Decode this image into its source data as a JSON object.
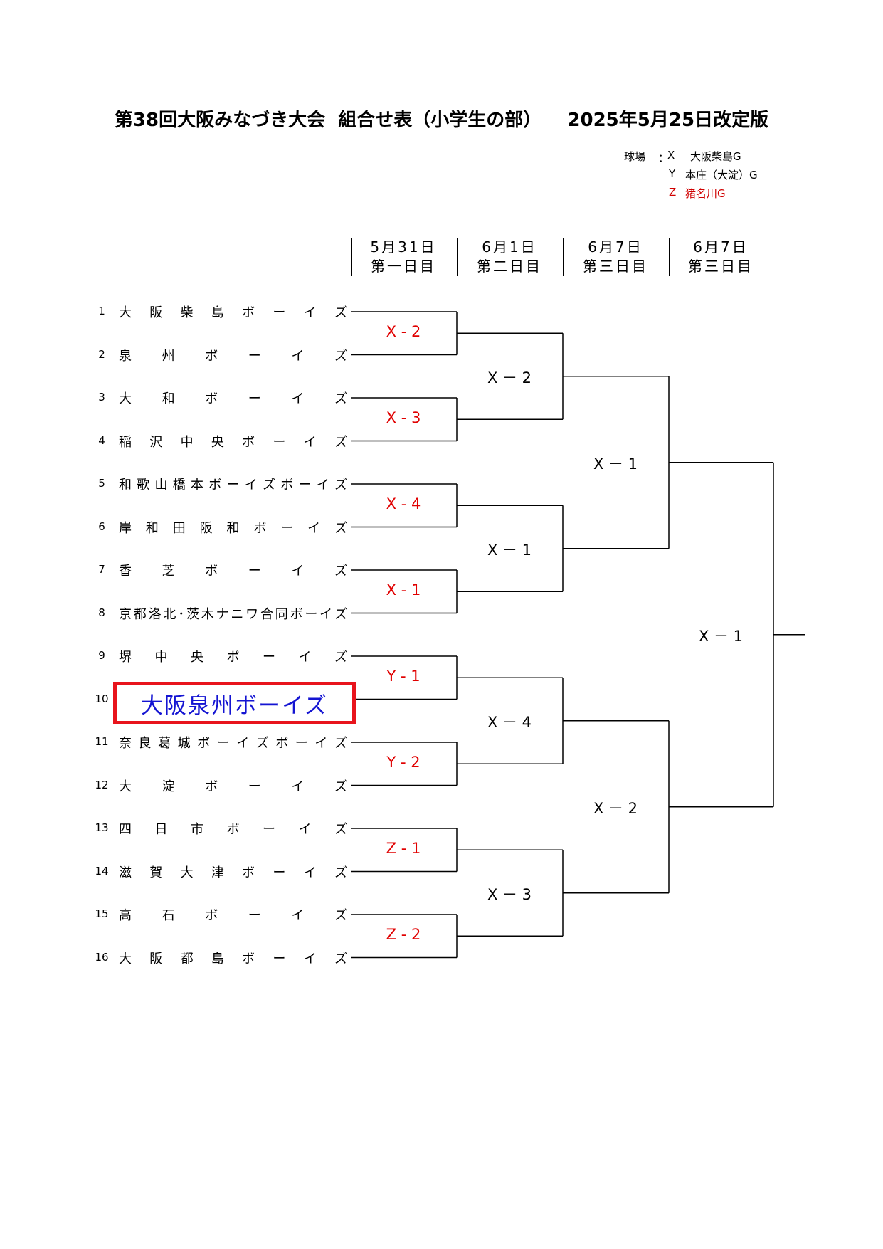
{
  "title": "第38回大阪みなづき大会  組合せ表（小学生の部）    2025年5月25日改定版",
  "venues": {
    "label": "球場",
    "colon": "：",
    "items": [
      {
        "code": "X",
        "name": "大阪柴島G",
        "color": "#000000"
      },
      {
        "code": "Y",
        "name": "本庄（大淀）G",
        "color": "#000000"
      },
      {
        "code": "Z",
        "name": "猪名川G",
        "color": "#d00000"
      }
    ]
  },
  "rounds": [
    {
      "date": "5月31日",
      "day": "第一日目"
    },
    {
      "date": "6月1日",
      "day": "第二日目"
    },
    {
      "date": "6月7日",
      "day": "第三日目"
    },
    {
      "date": "6月7日",
      "day": "第三日目"
    }
  ],
  "teams": [
    {
      "no": "1",
      "name": "大阪柴島ボーイズ"
    },
    {
      "no": "2",
      "name": "泉州ボーイズ"
    },
    {
      "no": "3",
      "name": "大和ボーイズ"
    },
    {
      "no": "4",
      "name": "稲沢中央ボーイズ"
    },
    {
      "no": "5",
      "name": "和歌山橋本ボーイズボーイズ"
    },
    {
      "no": "6",
      "name": "岸和田阪和ボーイズ"
    },
    {
      "no": "7",
      "name": "香芝ボーイズ"
    },
    {
      "no": "8",
      "name": "京都洛北･茨木ナニワ合同ボーイズ"
    },
    {
      "no": "9",
      "name": "堺中央ボーイズ"
    },
    {
      "no": "10",
      "name": "大阪泉州ボーイズ",
      "highlight": true
    },
    {
      "no": "11",
      "name": "奈良葛城ボーイズボーイズ"
    },
    {
      "no": "12",
      "name": "大淀ボーイズ"
    },
    {
      "no": "13",
      "name": "四日市ボーイズ"
    },
    {
      "no": "14",
      "name": "滋賀大津ボーイズ"
    },
    {
      "no": "15",
      "name": "高石ボーイズ"
    },
    {
      "no": "16",
      "name": "大阪都島ボーイズ"
    }
  ],
  "games": {
    "round1": [
      "X - 2",
      "X - 3",
      "X - 4",
      "X - 1",
      "Y - 1",
      "Y - 2",
      "Z - 1",
      "Z - 2"
    ],
    "round2": [
      "X － 2",
      "X － 1",
      "X － 4",
      "X － 3"
    ],
    "round3": [
      "X － 1",
      "X － 2"
    ],
    "final": [
      "X － 1"
    ]
  },
  "colors": {
    "round1": "#e00000",
    "other": "#000000",
    "highlight_border": "#e8141c",
    "highlight_text": "#1414d2"
  }
}
